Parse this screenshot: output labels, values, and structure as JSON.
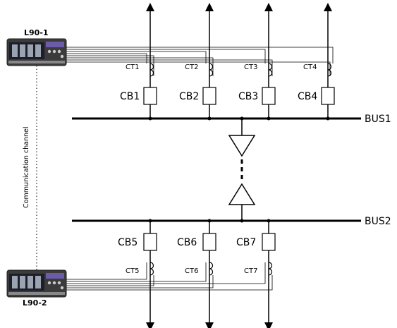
{
  "relays": {
    "top": {
      "label": "L90-1",
      "icon": "relay-device-icon"
    },
    "bottom": {
      "label": "L90-2",
      "icon": "relay-device-icon"
    }
  },
  "channel_label": "Communication channel",
  "buses": {
    "bus1": "BUS1",
    "bus2": "BUS2"
  },
  "feeders_top": [
    {
      "ct": "CT1",
      "cb": "CB1"
    },
    {
      "ct": "CT2",
      "cb": "CB2"
    },
    {
      "ct": "CT3",
      "cb": "CB3"
    },
    {
      "ct": "CT4",
      "cb": "CB4"
    }
  ],
  "feeders_bottom": [
    {
      "ct": "CT5",
      "cb": "CB5"
    },
    {
      "ct": "CT6",
      "cb": "CB6"
    },
    {
      "ct": "CT7",
      "cb": "CB7"
    }
  ]
}
